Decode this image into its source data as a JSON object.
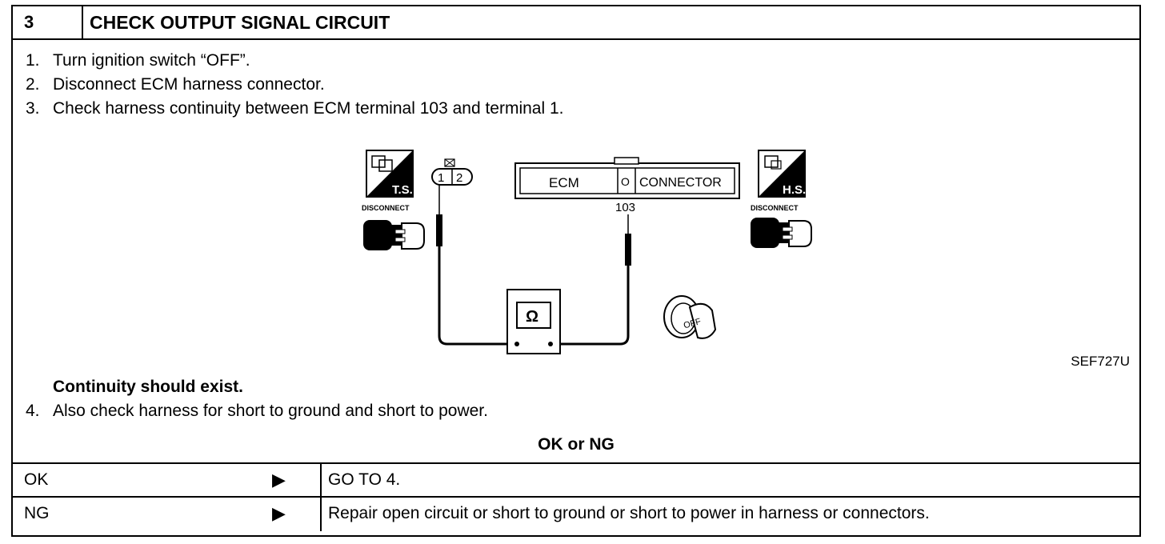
{
  "header": {
    "step_number": "3",
    "title": "CHECK OUTPUT SIGNAL CIRCUIT"
  },
  "instructions": [
    {
      "num": "1.",
      "text": "Turn ignition switch “OFF”."
    },
    {
      "num": "2.",
      "text": "Disconnect ECM harness connector."
    },
    {
      "num": "3.",
      "text": "Check harness continuity between ECM terminal 103 and terminal 1."
    }
  ],
  "diagram": {
    "ts_label": "T.S.",
    "hs_label": "H.S.",
    "disconnect_left": "DISCONNECT",
    "disconnect_right": "DISCONNECT",
    "connector_pins": [
      "1",
      "2"
    ],
    "ecm_label": "ECM",
    "connector_label": "CONNECTOR",
    "terminal": "103",
    "meter_symbol": "Ω",
    "key_label": "OFF",
    "figure_code": "SEF727U"
  },
  "result_text": "Continuity should exist.",
  "instruction4": {
    "num": "4.",
    "text": "Also check harness for short to ground and short to power."
  },
  "decision_title": "OK or NG",
  "decisions": [
    {
      "label": "OK",
      "arrow": "▶",
      "result": "GO TO 4."
    },
    {
      "label": "NG",
      "arrow": "▶",
      "result": "Repair open circuit or short to ground or short to power in harness or connectors."
    }
  ]
}
